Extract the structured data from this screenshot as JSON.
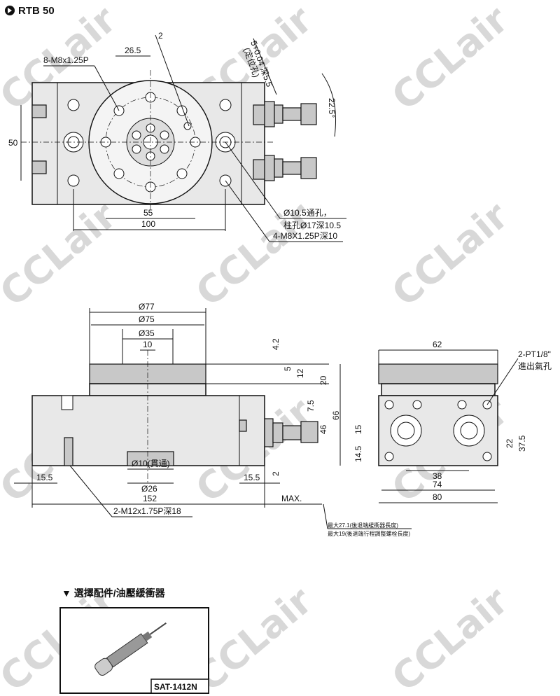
{
  "title": "RTB 50",
  "watermark": "CCLair",
  "top_view": {
    "thread_holes": "8-M8x1.25P",
    "dim_26_5": "26.5",
    "dim_2": "2",
    "pin_hole": "5+0.04 深5.5",
    "pin_hole_label": "(定位孔)",
    "angle": "22.5°",
    "height": "50",
    "dim_55": "55",
    "dim_100": "100",
    "through_hole": "Ø10.5通孔，",
    "counterbore": "柱孔Ø17深10.5",
    "mount_thread": "4-M8X1.25P深10"
  },
  "front_view": {
    "d77": "Ø77",
    "d75": "Ø75",
    "d35": "Ø35",
    "w10": "10",
    "h4_2": "4.2",
    "h5": "5",
    "h12": "12",
    "h20": "20",
    "h7_5": "7.5",
    "h46": "46",
    "h66": "66",
    "h2": "2",
    "left15_5": "15.5",
    "d10": "Ø10(貫通)",
    "d26": "Ø26",
    "right15_5": "15.5",
    "length": "152",
    "max": "MAX.",
    "thread": "2-M12x1.75P深18",
    "note1": "最大27.1(後退端緩衝器長度)",
    "note2": "最大19(後退端行程調整螺栓長度)"
  },
  "side_view": {
    "w62": "62",
    "port": "2-PT1/8\"",
    "port_label": "進出氣孔",
    "h15": "15",
    "h14_5": "14.5",
    "w38": "38",
    "w74": "74",
    "w80": "80",
    "h37_5": "37.5",
    "h22": "22"
  },
  "accessory": {
    "heading": "▼ 選擇配件/油壓緩衝器",
    "model": "SAT-1412N"
  }
}
